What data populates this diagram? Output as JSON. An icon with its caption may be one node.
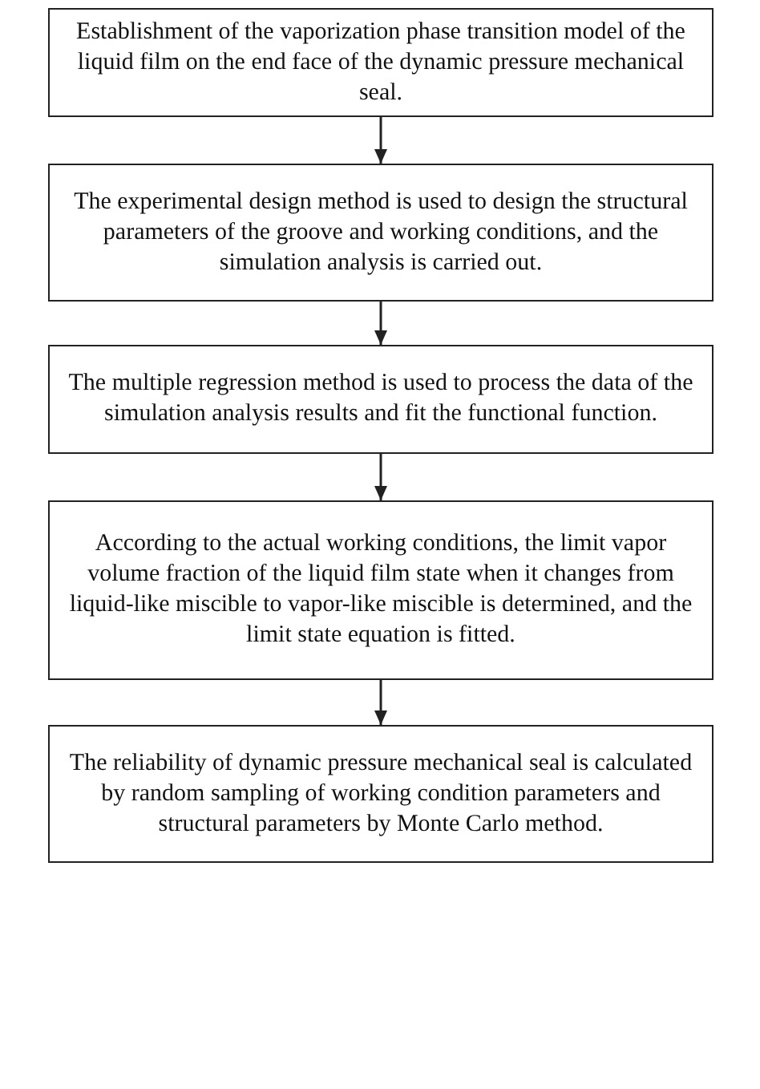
{
  "diagram": {
    "nodes": [
      {
        "text": [
          "Establishment of the vaporization phase transition model of the liquid film on the end face of the dynamic pressure mechanical seal."
        ]
      },
      {
        "text": [
          "The experimental design method is used to design the structural parameters of the groove and working conditions, and the simulation analysis is carried out."
        ]
      },
      {
        "text": [
          "The multiple regression method is used to process the data of the simulation analysis results and fit the functional function."
        ]
      },
      {
        "text": [
          "According to the actual working conditions, the limit vapor volume fraction of the liquid film state when it changes from liquid-like miscible to vapor-like miscible is determined, and the limit state equation is fitted."
        ]
      },
      {
        "text": [
          "The reliability of dynamic pressure mechanical seal is calculated by random sampling of working condition parameters and structural parameters by Monte Carlo method."
        ]
      }
    ],
    "edges": [
      {
        "from": 0,
        "to": 1,
        "arrow": "to"
      },
      {
        "from": 1,
        "to": 2,
        "arrow": "to"
      },
      {
        "from": 2,
        "to": 3,
        "arrow": "to"
      },
      {
        "from": 3,
        "to": 4,
        "arrow": "to"
      }
    ]
  }
}
